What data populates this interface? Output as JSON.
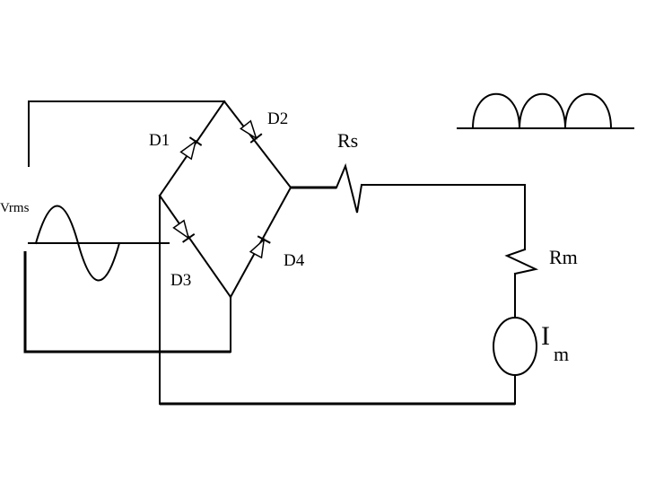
{
  "diagram": {
    "labels": {
      "d1": "D1",
      "d2": "D2",
      "d3": "D3",
      "d4": "D4",
      "rs": "Rs",
      "rm": "Rm",
      "vrms": "Vrms",
      "im_main": "I",
      "im_sub": "m"
    }
  },
  "colors": {
    "ink": "#000000",
    "background": "#ffffff"
  }
}
